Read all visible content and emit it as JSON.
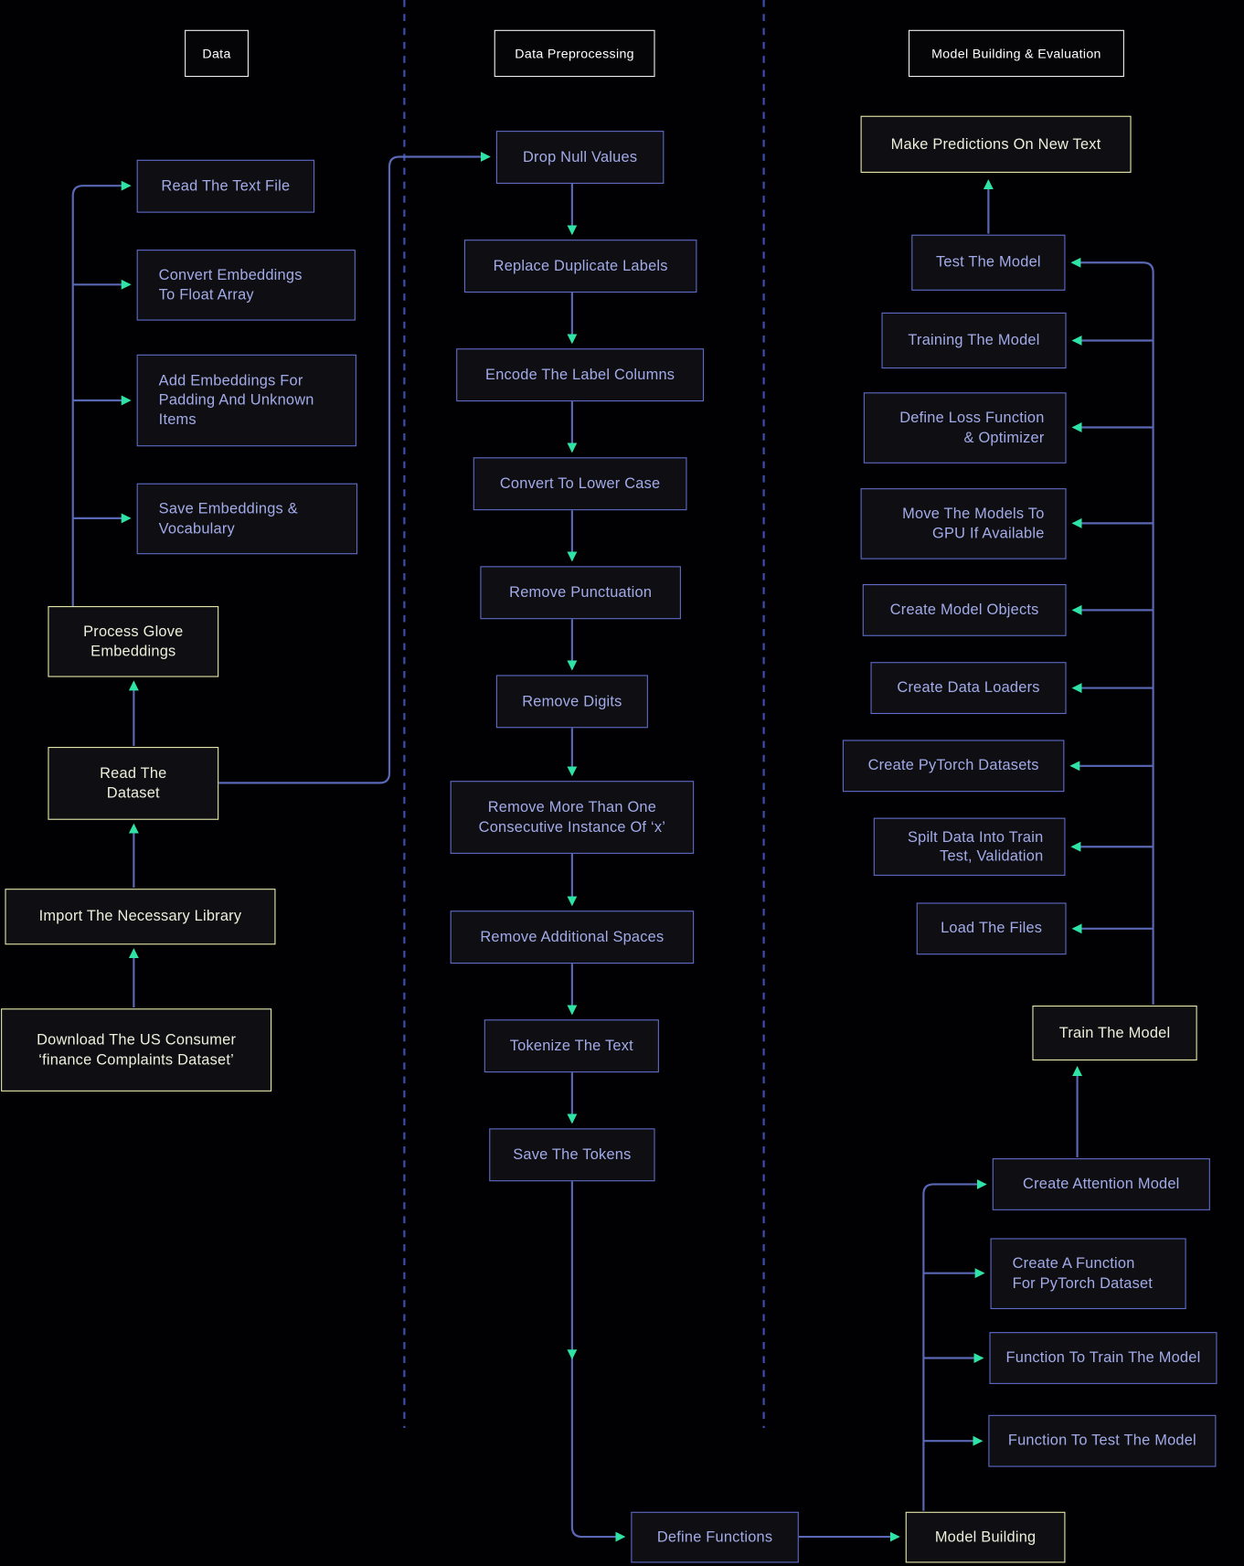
{
  "headers": {
    "data": "Data",
    "preprocessing": "Data Preprocessing",
    "model": "Model Building & Evaluation"
  },
  "data_column": {
    "read_text_file": "Read The Text File",
    "convert_embeddings": "Convert Embeddings\nTo Float Array",
    "add_embeddings": "Add Embeddings For\nPadding And Unknown\nItems",
    "save_embeddings": "Save Embeddings &\nVocabulary",
    "process_glove": "Process Glove\nEmbeddings",
    "read_dataset": "Read The\nDataset",
    "import_library": "Import The Necessary Library",
    "download_dataset": "Download The US Consumer\n‘finance Complaints Dataset’"
  },
  "preprocessing_column": {
    "drop_null": "Drop Null Values",
    "replace_duplicate": "Replace Duplicate Labels",
    "encode_labels": "Encode The Label Columns",
    "lower_case": "Convert To Lower Case",
    "remove_punctuation": "Remove Punctuation",
    "remove_digits": "Remove Digits",
    "remove_consecutive": "Remove More Than One\nConsecutive Instance Of ‘x’",
    "remove_spaces": "Remove Additional Spaces",
    "tokenize": "Tokenize The Text",
    "save_tokens": "Save The Tokens",
    "define_functions": "Define Functions"
  },
  "model_column": {
    "make_predictions": "Make Predictions On New Text",
    "test_model": "Test The Model",
    "training_model": "Training The Model",
    "define_loss": "Define Loss Function\n& Optimizer",
    "move_gpu": "Move The Models To\nGPU If Available",
    "create_model_objects": "Create Model Objects",
    "create_data_loaders": "Create Data Loaders",
    "create_pytorch_datasets": "Create PyTorch Datasets",
    "split_data": "Spilt Data Into Train\nTest, Validation",
    "load_files": "Load The Files",
    "train_model": "Train The Model",
    "create_attention": "Create Attention Model",
    "create_function_dataset": "Create A Function\nFor PyTorch Dataset",
    "function_train": "Function To Train The Model",
    "function_test": "Function To Test The Model",
    "model_building": "Model Building"
  },
  "colors": {
    "node_border": "#5f6cc9",
    "node_text": "#a2abe8",
    "node_fill": "#0e0e13",
    "highlight_border": "#e9ebae",
    "highlight_text": "#edefdb",
    "arrow": "#2fe3a4",
    "connector": "#5967b5",
    "divider": "#4356c6",
    "header_border": "#f2f2f2",
    "header_text": "#ffffff",
    "background": "#010103"
  }
}
